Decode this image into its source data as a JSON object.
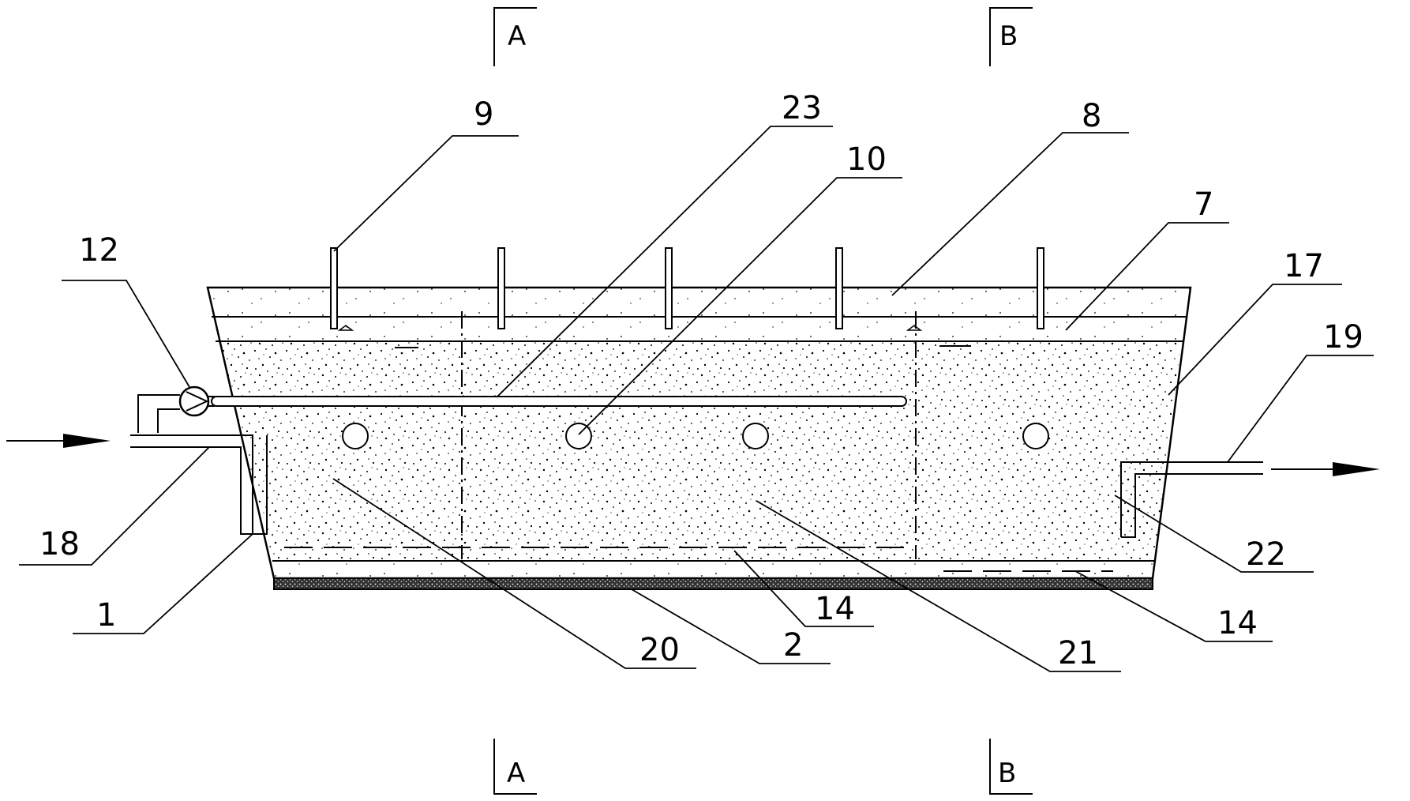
{
  "diagram": {
    "section_markers": {
      "top_left": "A",
      "top_right": "B",
      "bottom_left": "A",
      "bottom_right": "B"
    },
    "callouts": [
      {
        "id": "c9",
        "text": "9"
      },
      {
        "id": "c23",
        "text": "23"
      },
      {
        "id": "c10",
        "text": "10"
      },
      {
        "id": "c8",
        "text": "8"
      },
      {
        "id": "c7",
        "text": "7"
      },
      {
        "id": "c12",
        "text": "12"
      },
      {
        "id": "c17",
        "text": "17"
      },
      {
        "id": "c19",
        "text": "19"
      },
      {
        "id": "c18",
        "text": "18"
      },
      {
        "id": "c1",
        "text": "1"
      },
      {
        "id": "c22",
        "text": "22"
      },
      {
        "id": "c20",
        "text": "20"
      },
      {
        "id": "c2",
        "text": "2"
      },
      {
        "id": "c14a",
        "text": "14"
      },
      {
        "id": "c21",
        "text": "21"
      },
      {
        "id": "c14b",
        "text": "14"
      }
    ],
    "colors": {
      "line": "#000000",
      "background": "#ffffff",
      "speckle": "#000000"
    }
  }
}
